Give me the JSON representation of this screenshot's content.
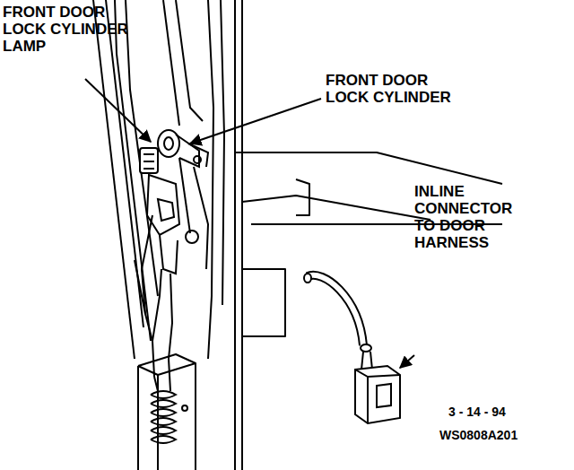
{
  "diagram": {
    "labels": [
      "FRONT DOOR LOCK CYLINDER LAMP",
      "FRONT DOOR LOCK CYLINDER",
      "INLINE CONNECTOR TO DOOR HARNESS",
      "3 - 14 - 94",
      "WS0808A201"
    ]
  }
}
